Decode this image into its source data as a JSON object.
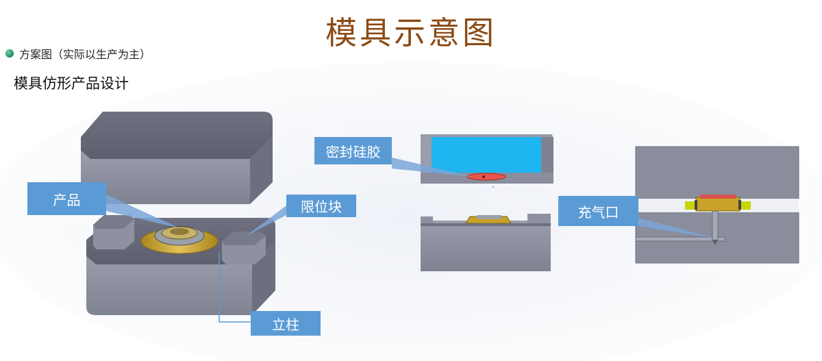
{
  "slide": {
    "title": "模具示意图",
    "bullet_text": "方案图（实际以生产为主）",
    "subtitle": "模具仿形产品设计"
  },
  "callouts": {
    "product": "产品",
    "limit_block": "限位块",
    "pillar": "立柱",
    "sealing_silicone": "密封硅胶",
    "air_inlet": "充气口"
  },
  "colors": {
    "title": "#8B4A14",
    "callout_bg": "#5B9BD5",
    "mold_body": "#8A8D9C",
    "silicone": "#1EB5F0",
    "product_gold": "#C9A227"
  }
}
